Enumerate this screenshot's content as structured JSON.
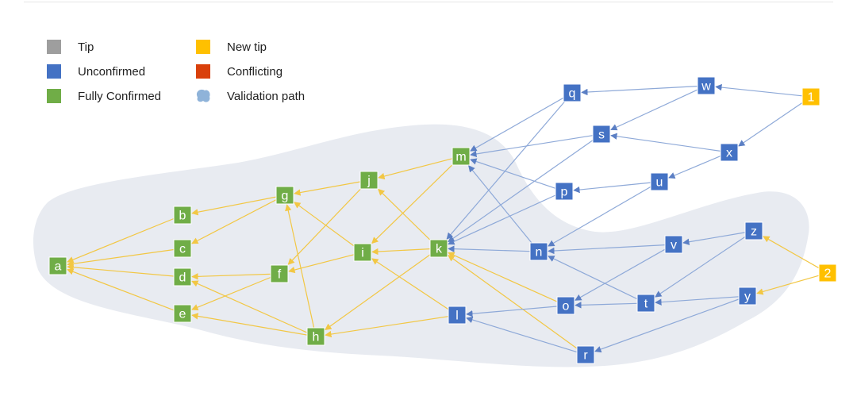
{
  "legend": {
    "items": [
      {
        "id": "tip",
        "label": "Tip",
        "color": "#9e9e9e"
      },
      {
        "id": "unconfirmed",
        "label": "Unconfirmed",
        "color": "#4472c4"
      },
      {
        "id": "fully-confirmed",
        "label": "Fully Confirmed",
        "color": "#70ad47"
      },
      {
        "id": "new-tip",
        "label": "New tip",
        "color": "#ffc000"
      },
      {
        "id": "conflicting",
        "label": "Conflicting",
        "color": "#d9400b"
      },
      {
        "id": "validation-path",
        "label": "Validation path",
        "color": "#8fb3d9"
      }
    ]
  },
  "colors": {
    "unconfirmed": "#4472c4",
    "fully_confirmed": "#70ad47",
    "new_tip": "#ffc000",
    "validation_region": "#e8ebf1",
    "edge_confirmed": "#f2c744",
    "edge_unconfirmed": "#8ea9d8"
  },
  "nodes": [
    {
      "id": "a",
      "label": "a",
      "status": "fully_confirmed"
    },
    {
      "id": "b",
      "label": "b",
      "status": "fully_confirmed"
    },
    {
      "id": "c",
      "label": "c",
      "status": "fully_confirmed"
    },
    {
      "id": "d",
      "label": "d",
      "status": "fully_confirmed"
    },
    {
      "id": "e",
      "label": "e",
      "status": "fully_confirmed"
    },
    {
      "id": "f",
      "label": "f",
      "status": "fully_confirmed"
    },
    {
      "id": "g",
      "label": "g",
      "status": "fully_confirmed"
    },
    {
      "id": "h",
      "label": "h",
      "status": "fully_confirmed"
    },
    {
      "id": "i",
      "label": "i",
      "status": "fully_confirmed"
    },
    {
      "id": "j",
      "label": "j",
      "status": "fully_confirmed"
    },
    {
      "id": "k",
      "label": "k",
      "status": "fully_confirmed"
    },
    {
      "id": "m",
      "label": "m",
      "status": "fully_confirmed"
    },
    {
      "id": "l",
      "label": "l",
      "status": "unconfirmed"
    },
    {
      "id": "n",
      "label": "n",
      "status": "unconfirmed"
    },
    {
      "id": "o",
      "label": "o",
      "status": "unconfirmed"
    },
    {
      "id": "p",
      "label": "p",
      "status": "unconfirmed"
    },
    {
      "id": "q",
      "label": "q",
      "status": "unconfirmed"
    },
    {
      "id": "r",
      "label": "r",
      "status": "unconfirmed"
    },
    {
      "id": "s",
      "label": "s",
      "status": "unconfirmed"
    },
    {
      "id": "t",
      "label": "t",
      "status": "unconfirmed"
    },
    {
      "id": "u",
      "label": "u",
      "status": "unconfirmed"
    },
    {
      "id": "v",
      "label": "v",
      "status": "unconfirmed"
    },
    {
      "id": "w",
      "label": "w",
      "status": "unconfirmed"
    },
    {
      "id": "x",
      "label": "x",
      "status": "unconfirmed"
    },
    {
      "id": "y",
      "label": "y",
      "status": "unconfirmed"
    },
    {
      "id": "z",
      "label": "z",
      "status": "unconfirmed"
    },
    {
      "id": "n1",
      "label": "1",
      "status": "new_tip"
    },
    {
      "id": "n2",
      "label": "2",
      "status": "new_tip"
    }
  ],
  "edges": [
    [
      "b",
      "a"
    ],
    [
      "c",
      "a"
    ],
    [
      "d",
      "a"
    ],
    [
      "e",
      "a"
    ],
    [
      "g",
      "b"
    ],
    [
      "g",
      "c"
    ],
    [
      "f",
      "d"
    ],
    [
      "f",
      "e"
    ],
    [
      "h",
      "e"
    ],
    [
      "h",
      "d"
    ],
    [
      "j",
      "g"
    ],
    [
      "i",
      "g"
    ],
    [
      "j",
      "f"
    ],
    [
      "i",
      "f"
    ],
    [
      "h",
      "g"
    ],
    [
      "m",
      "j"
    ],
    [
      "k",
      "j"
    ],
    [
      "m",
      "i"
    ],
    [
      "k",
      "i"
    ],
    [
      "k",
      "h"
    ],
    [
      "l",
      "h"
    ],
    [
      "n",
      "m"
    ],
    [
      "n",
      "k"
    ],
    [
      "o",
      "k"
    ],
    [
      "r",
      "k"
    ],
    [
      "l",
      "i"
    ],
    [
      "o",
      "l"
    ],
    [
      "r",
      "l"
    ],
    [
      "t",
      "n"
    ],
    [
      "v",
      "n"
    ],
    [
      "v",
      "o"
    ],
    [
      "t",
      "o"
    ],
    [
      "y",
      "t"
    ],
    [
      "y",
      "r"
    ],
    [
      "z",
      "v"
    ],
    [
      "z",
      "t"
    ],
    [
      "n2",
      "z"
    ],
    [
      "n2",
      "y"
    ],
    [
      "q",
      "m"
    ],
    [
      "s",
      "m"
    ],
    [
      "p",
      "m"
    ],
    [
      "q",
      "k"
    ],
    [
      "s",
      "k"
    ],
    [
      "p",
      "k"
    ],
    [
      "w",
      "q"
    ],
    [
      "w",
      "s"
    ],
    [
      "x",
      "s"
    ],
    [
      "u",
      "p"
    ],
    [
      "u",
      "n"
    ],
    [
      "x",
      "u"
    ],
    [
      "n1",
      "w"
    ],
    [
      "n1",
      "x"
    ]
  ]
}
